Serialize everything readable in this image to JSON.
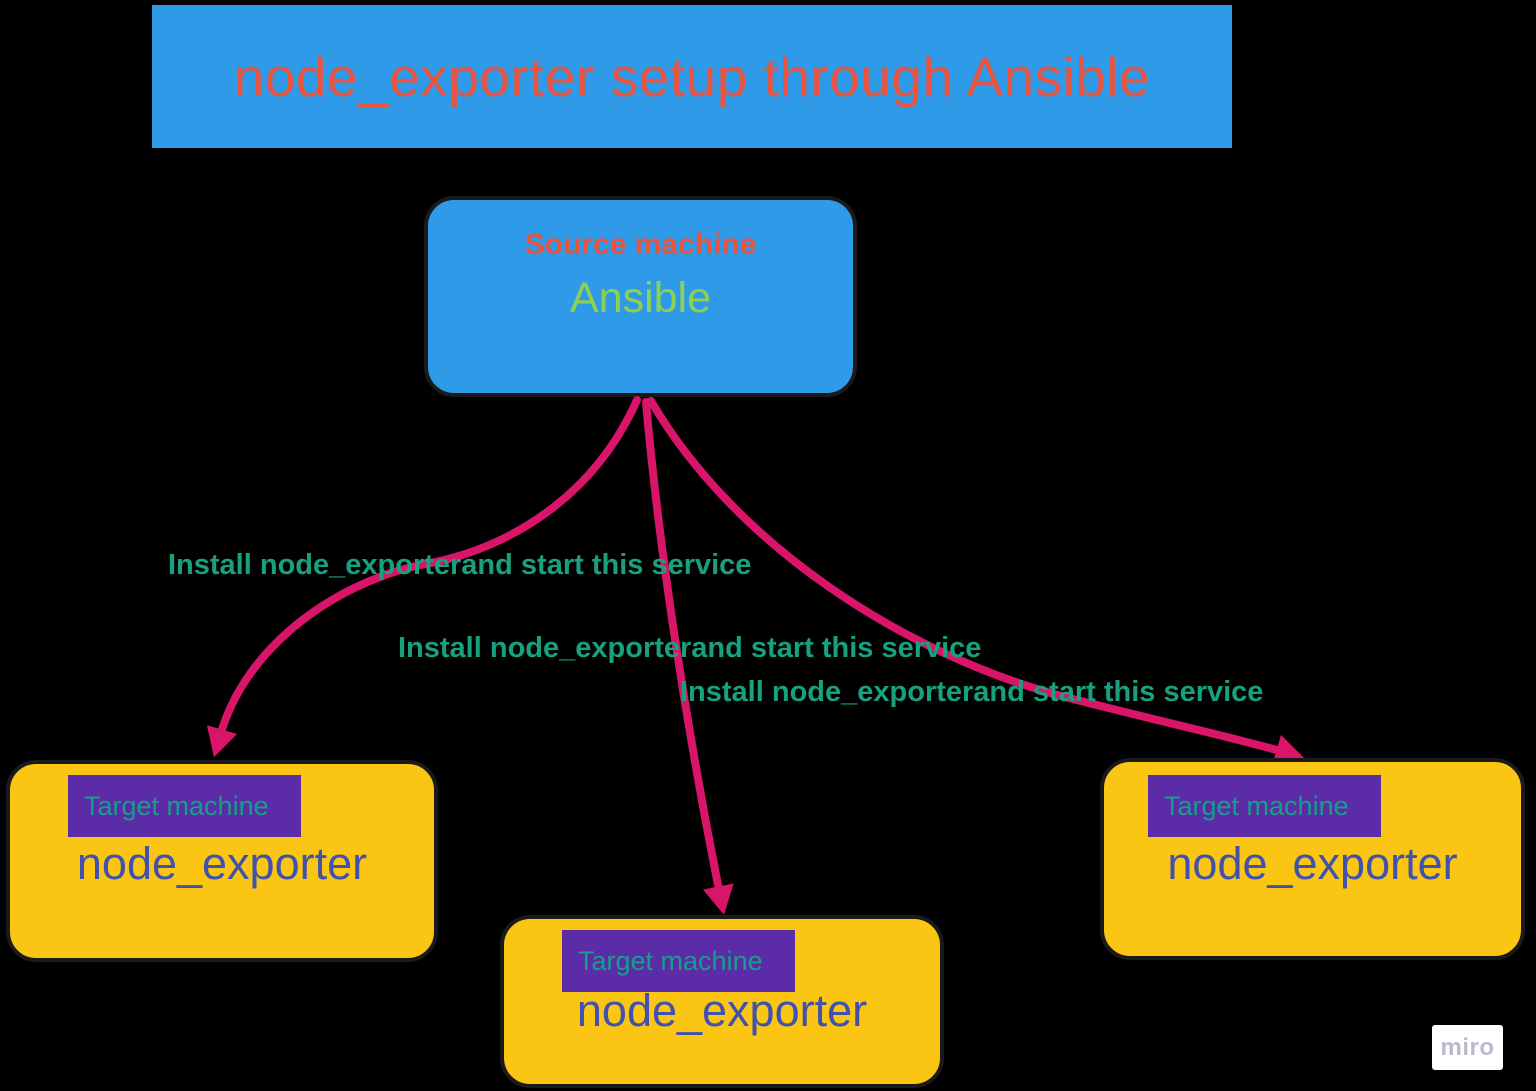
{
  "diagram": {
    "title": "node_exporter setup through Ansible",
    "source": {
      "subtitle": "Source machine",
      "title": "Ansible"
    },
    "connector_labels": [
      "Install node_exporterand start this service",
      "Install node_exporterand start this service",
      "Install node_exporterand start this service"
    ],
    "targets": [
      {
        "tag": "Target machine",
        "name": "node_exporter"
      },
      {
        "tag": "Target machine",
        "name": "node_exporter"
      },
      {
        "tag": "Target machine",
        "name": "node_exporter"
      }
    ],
    "colors": {
      "background": "#000000",
      "banner_bg": "#2F9AE8",
      "title_text": "#E8543F",
      "source_bg": "#2F9AE8",
      "source_subtitle_text": "#E8543F",
      "source_title_text": "#8FD14F",
      "target_bg": "#FAC513",
      "tag_bg": "#5C2BA8",
      "tag_text": "#14A085",
      "target_name_text": "#4152AE",
      "connector": "#D9156A",
      "connector_label_text": "#17A17E"
    },
    "watermark": "miro"
  }
}
